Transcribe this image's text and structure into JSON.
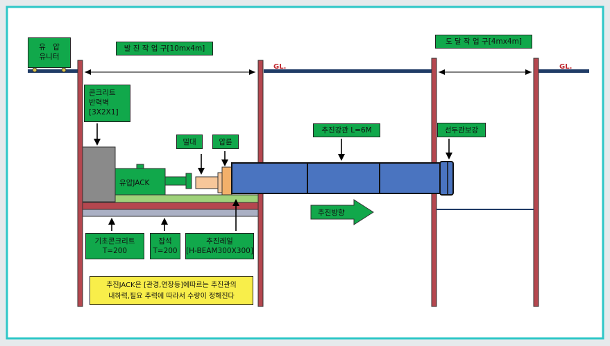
{
  "labels": {
    "hydraulic_unit": [
      "유　압",
      "유니터"
    ],
    "launch_shaft": "발 진 작 업 구[10mx4m]",
    "arrival_shaft": "도 달 작 업 구[4mx4m]",
    "gl_left": "GL.",
    "gl_right": "GL.",
    "reaction_wall": [
      "콘크리트",
      "반력벽",
      "[3X2X1]"
    ],
    "jack": "유압JACK",
    "push_block": "밀대",
    "pressure_ring": "압륜",
    "steel_pipe": "추진강관 L=6M",
    "leading_pipe": "선두관보강",
    "direction": "추진방향",
    "foundation": [
      "기초콘크리트",
      "T=200"
    ],
    "gravel": [
      "잡석",
      "T=200"
    ],
    "rail": [
      "추진레일",
      "[H-BEAM300X300]"
    ],
    "note": [
      "추진JACK은 [관경,연장등]에따르는 추진관의",
      "내하력,필요 추력에 따라서 수량이 정해진다"
    ]
  },
  "colors": {
    "frame_border": "#2ec7c7",
    "label_green": "#11a84b",
    "note_yellow": "#f8ee4a",
    "pipe_blue": "#4a74c0",
    "wall_red": "#b5474f",
    "ground_navy": "#1f3b66",
    "concrete_gray": "#8a8a8a",
    "rail_green": "#9fd27a",
    "pushblock_peach": "#f7c79a"
  }
}
